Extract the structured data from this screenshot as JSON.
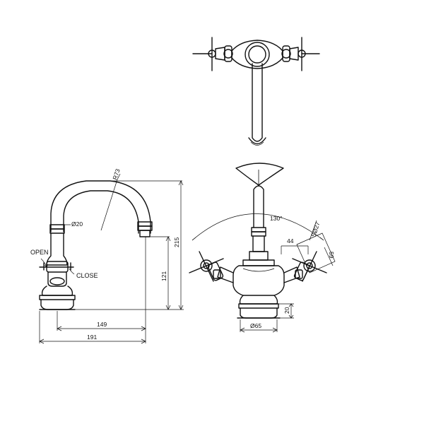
{
  "labels": {
    "radius_spout": "R73",
    "spout_diameter": "Ø20",
    "open": "OPEN",
    "close": "CLOSE",
    "total_height": "215",
    "spout_outlet_height": "121",
    "reach": "149",
    "overall_depth": "191",
    "swivel_angle": "130°",
    "handle_diameter": "SØ27",
    "handle_width": "44",
    "handle_height": "59",
    "base_height": "20",
    "base_diameter": "Ø65"
  }
}
